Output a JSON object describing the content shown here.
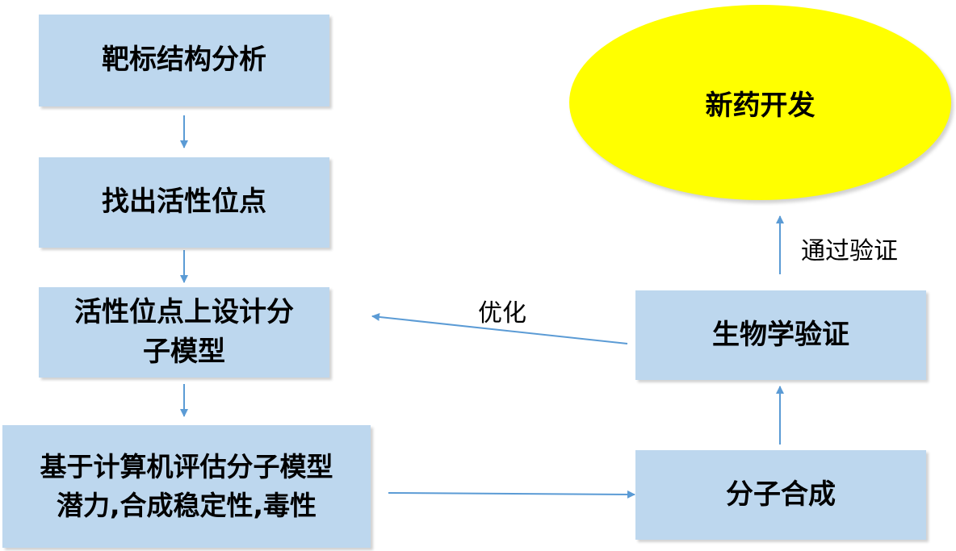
{
  "nodes": {
    "target_analysis": "靶标结构分析",
    "find_active_site": "找出活性位点",
    "design_model_line1": "活性位点上设计分",
    "design_model_line2": "子模型",
    "evaluate_line1": "基于计算机评估分子模型",
    "evaluate_line2": "潜力,合成稳定性,毒性",
    "synthesis": "分子合成",
    "bio_validation": "生物学验证",
    "drug_development": "新药开发"
  },
  "edge_labels": {
    "optimize": "优化",
    "validated": "通过验证"
  },
  "colors": {
    "box_fill": "#bdd7ee",
    "ellipse_fill": "#ffff00",
    "arrow": "#5b9bd5"
  }
}
